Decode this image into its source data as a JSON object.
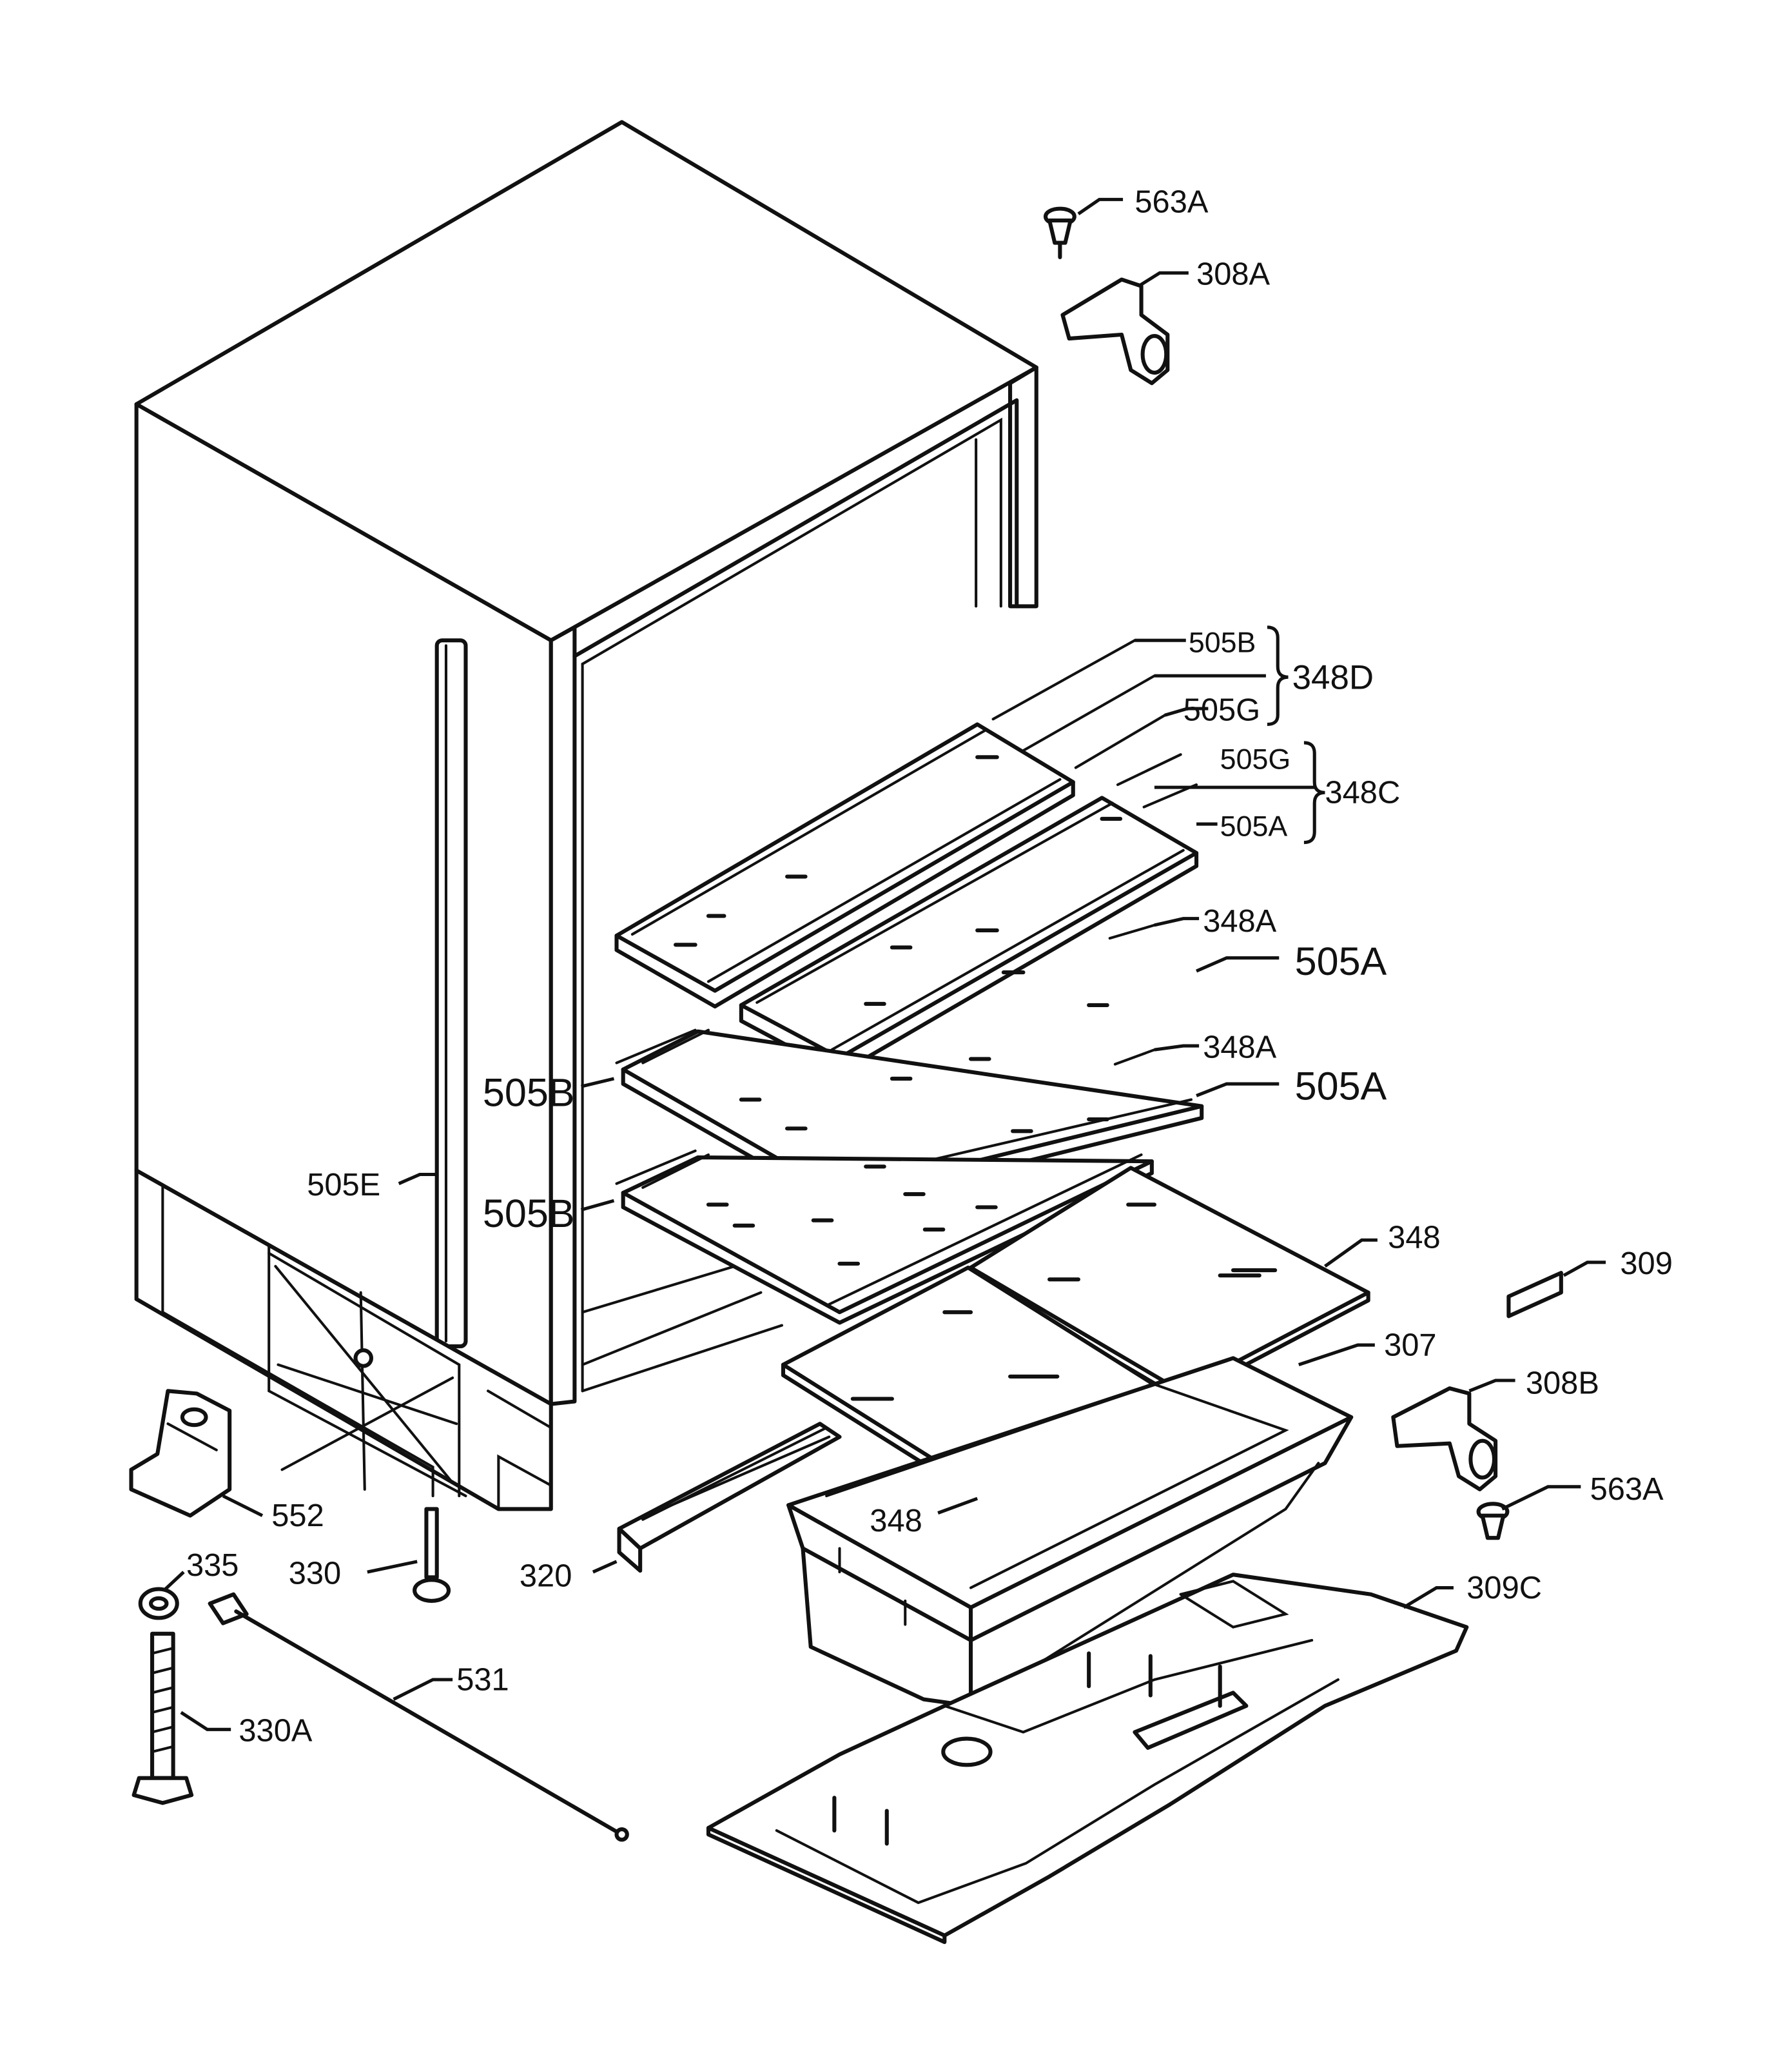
{
  "labels": {
    "l563A_top": "563A",
    "l308A": "308A",
    "l505B_top": "505B",
    "l348D": "348D",
    "l505G_1": "505G",
    "l505G_2": "505G",
    "l348C": "348C",
    "l505A_small": "505A",
    "l348A_1": "348A",
    "l505A_1": "505A",
    "l348A_2": "348A",
    "l505A_2": "505A",
    "l505B_1": "505B",
    "l505B_2": "505B",
    "l505E": "505E",
    "l348_1": "348",
    "l309": "309",
    "l307": "307",
    "l308B": "308B",
    "l563A_bottom": "563A",
    "l552": "552",
    "l348_2": "348",
    "l335": "335",
    "l330": "330",
    "l320": "320",
    "l309C": "309C",
    "l531": "531",
    "l330A": "330A"
  }
}
